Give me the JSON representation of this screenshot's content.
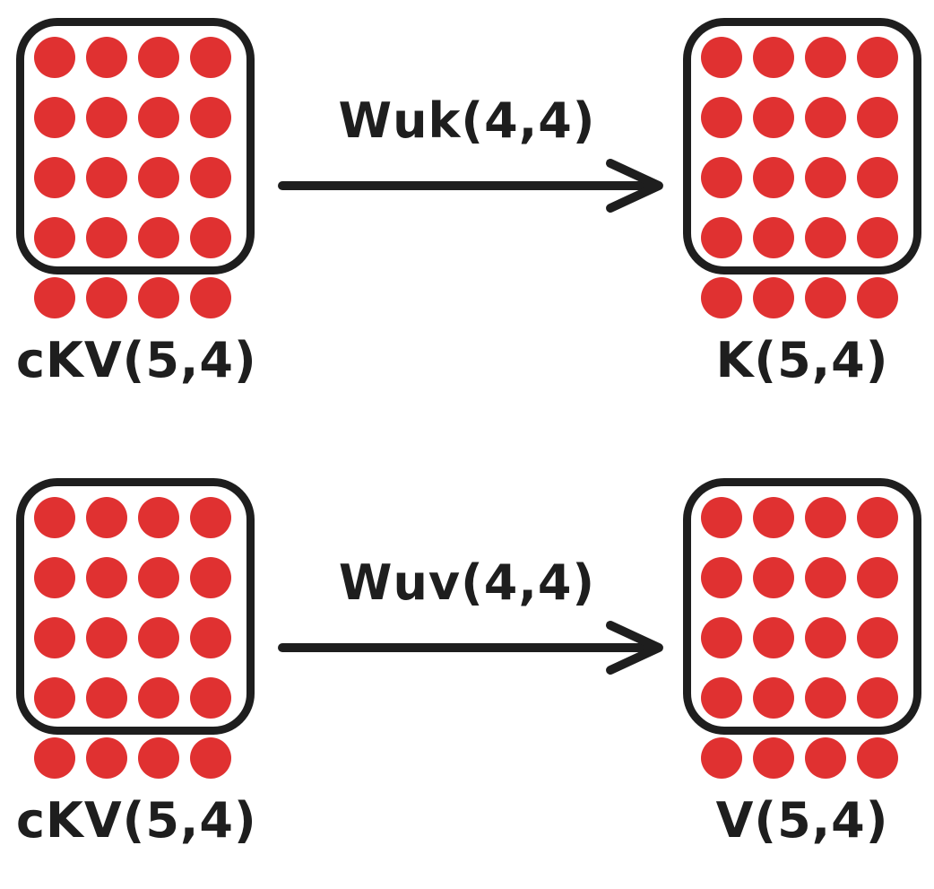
{
  "diagram": {
    "background": "#ffffff",
    "colors": {
      "dot": "#e03131",
      "stroke": "#1e1e1e",
      "text": "#1e1e1e"
    },
    "figures": [
      {
        "source": {
          "label": "cKV(5,4)",
          "rows": 5,
          "cols": 4,
          "boxed_rows": 4
        },
        "arrow": {
          "label": "Wuk(4,4)",
          "direction": "right"
        },
        "target": {
          "label": "K(5,4)",
          "rows": 5,
          "cols": 4,
          "boxed_rows": 4
        }
      },
      {
        "source": {
          "label": "cKV(5,4)",
          "rows": 5,
          "cols": 4,
          "boxed_rows": 4
        },
        "arrow": {
          "label": "Wuv(4,4)",
          "direction": "right"
        },
        "target": {
          "label": "V(5,4)",
          "rows": 5,
          "cols": 4,
          "boxed_rows": 4
        }
      }
    ]
  }
}
